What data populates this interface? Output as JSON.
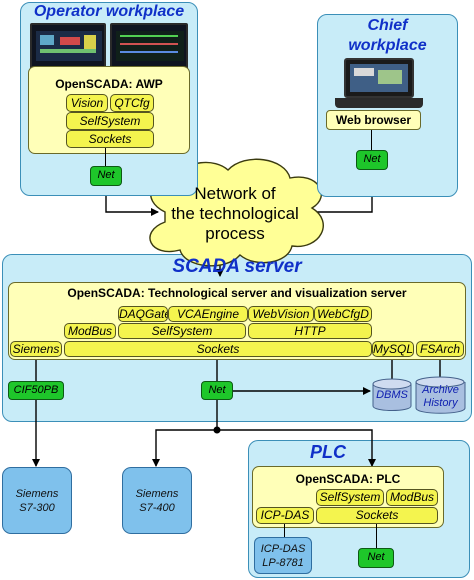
{
  "operator": {
    "title": "Operator workplace",
    "awp_label": "OpenSCADA: AWP",
    "modules": {
      "vision": "Vision",
      "qtcfg": "QTCfg",
      "selfsystem": "SelfSystem",
      "sockets": "Sockets"
    },
    "net": "Net"
  },
  "chief": {
    "title_line1": "Chief",
    "title_line2": "workplace",
    "browser_label": "Web browser",
    "net": "Net"
  },
  "network": {
    "line1": "Network of",
    "line2": "the technological",
    "line3": "process"
  },
  "server": {
    "title": "SCADA server",
    "label": "OpenSCADA: Technological server and visualization server",
    "modules": {
      "daqgate": "DAQGate",
      "vcaengine": "VCAEngine",
      "webvision": "WebVision",
      "webcfgd": "WebCfgD",
      "modbus": "ModBus",
      "selfsystem": "SelfSystem",
      "http": "HTTP",
      "siemens": "Siemens",
      "sockets": "Sockets",
      "mysql": "MySQL",
      "fsarch": "FSArch"
    },
    "cif": "CIF50PB",
    "net": "Net",
    "dbms": "DBMS",
    "archive_line1": "Archive",
    "archive_line2": "History"
  },
  "devices": {
    "s7_300_line1": "Siemens",
    "s7_300_line2": "S7-300",
    "s7_400_line1": "Siemens",
    "s7_400_line2": "S7-400"
  },
  "plc": {
    "title": "PLC",
    "label": "OpenSCADA: PLC",
    "modules": {
      "selfsystem": "SelfSystem",
      "modbus": "ModBus",
      "icpdas": "ICP-DAS",
      "sockets": "Sockets"
    },
    "device_line1": "ICP-DAS",
    "device_line2": "LP-8781",
    "net": "Net"
  }
}
